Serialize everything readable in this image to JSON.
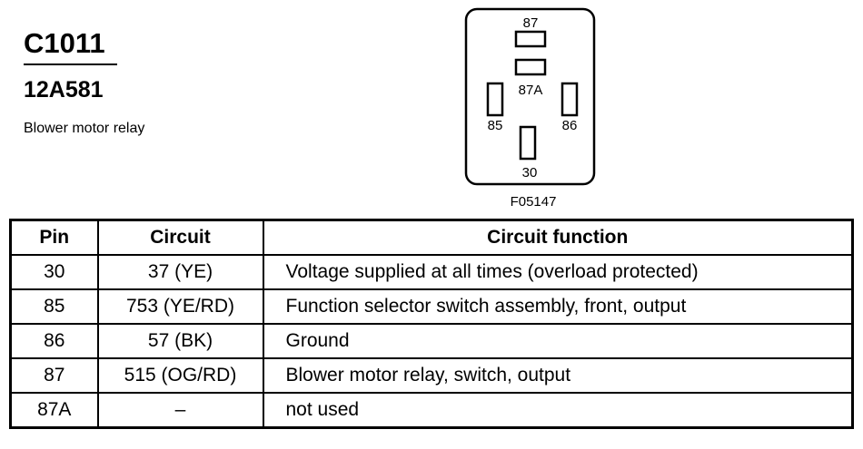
{
  "connector": {
    "id": "C1011",
    "part_number": "12A581",
    "description": "Blower motor relay"
  },
  "relay": {
    "figure_id": "F05147",
    "terminals": {
      "t87": "87",
      "t87a": "87A",
      "t85": "85",
      "t86": "86",
      "t30": "30"
    }
  },
  "table": {
    "headers": {
      "pin": "Pin",
      "circuit": "Circuit",
      "function": "Circuit function"
    },
    "rows": [
      {
        "pin": "30",
        "circuit": "37 (YE)",
        "function": "Voltage supplied at all times (overload protected)"
      },
      {
        "pin": "85",
        "circuit": "753 (YE/RD)",
        "function": "Function selector switch assembly, front, output"
      },
      {
        "pin": "86",
        "circuit": "57 (BK)",
        "function": "Ground"
      },
      {
        "pin": "87",
        "circuit": "515 (OG/RD)",
        "function": "Blower motor relay, switch, output"
      },
      {
        "pin": "87A",
        "circuit": "–",
        "function": "not used"
      }
    ]
  }
}
